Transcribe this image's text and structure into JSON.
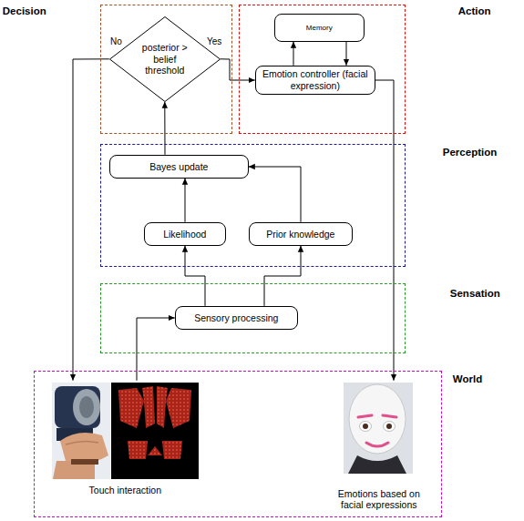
{
  "diagram": {
    "nodes": [
      {
        "text": [
          "Decision"
        ]
      },
      {
        "text": [
          "posterior > belief threshold"
        ],
        "in": 0
      },
      {
        "text": [
          "Action"
        ]
      },
      {
        "text": [
          "Memory"
        ],
        "in": 2
      },
      {
        "text": [
          "Emotion controller (facial expression)"
        ],
        "in": 2
      },
      {
        "text": [
          "Perception"
        ]
      },
      {
        "text": [
          "Bayes update"
        ],
        "in": 5
      },
      {
        "text": [
          "Likelihood"
        ],
        "in": 5
      },
      {
        "text": [
          "Prior knowledge"
        ],
        "in": 5
      },
      {
        "text": [
          "Sensation"
        ]
      },
      {
        "text": [
          "Sensory processing"
        ],
        "in": 9
      },
      {
        "text": [
          "World"
        ]
      },
      {
        "text": [
          "Touch interaction"
        ],
        "in": 11
      },
      {
        "text": [
          "Emotions based on facial expressions"
        ],
        "in": 11
      }
    ],
    "edges": [
      {
        "from": 12,
        "to": 10,
        "arrow": "to"
      },
      {
        "from": 10,
        "to": 7,
        "arrow": "to"
      },
      {
        "from": 10,
        "to": 8,
        "arrow": "to"
      },
      {
        "from": 7,
        "to": 6,
        "arrow": "to"
      },
      {
        "from": 8,
        "to": 6,
        "arrow": "to"
      },
      {
        "from": 6,
        "to": 1,
        "arrow": "to"
      },
      {
        "from": 1,
        "to": 4,
        "label": "Yes",
        "arrow": "to"
      },
      {
        "from": 1,
        "to": 12,
        "label": "No",
        "arrow": "to"
      },
      {
        "from": 4,
        "to": 3,
        "arrow": "to"
      },
      {
        "from": 3,
        "to": 4,
        "arrow": "to"
      },
      {
        "from": 4,
        "to": 13,
        "arrow": "to"
      }
    ]
  }
}
